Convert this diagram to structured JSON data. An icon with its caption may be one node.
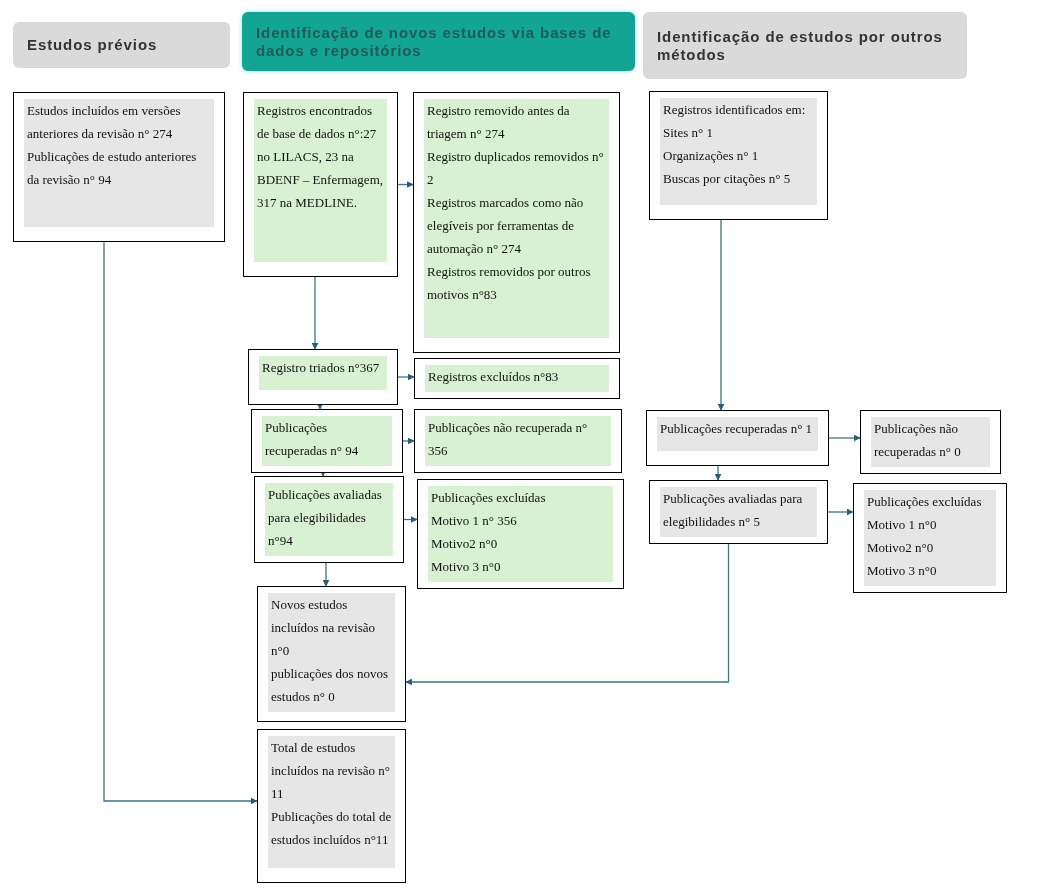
{
  "diagram": {
    "nodes": [
      {
        "text": [
          "Estudos prévios"
        ]
      },
      {
        "text": [
          "Identificação de novos estudos via bases de dados e repositórios"
        ]
      },
      {
        "text": [
          "Identificação de estudos por outros métodos"
        ]
      },
      {
        "text": [
          "Estudos incluídos em versões anteriores da revisão n° 274",
          "Publicações de estudo anteriores da revisão n° 94"
        ]
      },
      {
        "text": [
          "Registros encontrados de base de dados n°:27 no LILACS, 23 na BDENF – Enfermagem, 317 na MEDLINE."
        ]
      },
      {
        "text": [
          "Registro removido antes da triagem n° 274",
          "Registro duplicados removidos n° 2",
          "Registros marcados como não elegíveis por ferramentas de automação n° 274",
          "Registros removidos por outros motivos n°83"
        ]
      },
      {
        "text": [
          "Registros identificados em:",
          "Sites n° 1",
          "Organizações n° 1",
          "Buscas por citações n° 5"
        ]
      },
      {
        "text": [
          "Registro triados n°367"
        ]
      },
      {
        "text": [
          "Registros excluídos n°83"
        ]
      },
      {
        "text": [
          "Publicações recuperadas n° 94"
        ]
      },
      {
        "text": [
          "Publicações não recuperada n° 356"
        ]
      },
      {
        "text": [
          "Publicações recuperadas n° 1"
        ]
      },
      {
        "text": [
          "Publicações não recuperadas n° 0"
        ]
      },
      {
        "text": [
          "Publicações avaliadas para elegibilidades n°94"
        ]
      },
      {
        "text": [
          "Publicações excluídas",
          "Motivo 1 n° 356",
          "Motivo2 n°0",
          "Motivo 3 n°0"
        ]
      },
      {
        "text": [
          "Publicações avaliadas para elegibilidades n° 5"
        ]
      },
      {
        "text": [
          "Publicações excluídas",
          "Motivo 1 n°0",
          "Motivo2 n°0",
          "Motivo 3 n°0"
        ]
      },
      {
        "text": [
          "Novos estudos incluídos na revisão n°0",
          "publicações dos novos estudos n° 0"
        ]
      },
      {
        "text": [
          "Total de estudos incluídos na revisão n° 11",
          "Publicações do total de estudos incluídos n°11"
        ]
      }
    ],
    "edges": [
      {
        "from": 4,
        "to": 5,
        "arrow": "to"
      },
      {
        "from": 4,
        "to": 7,
        "arrow": "to"
      },
      {
        "from": 7,
        "to": 8,
        "arrow": "to"
      },
      {
        "from": 7,
        "to": 9,
        "arrow": "to"
      },
      {
        "from": 9,
        "to": 10,
        "arrow": "to"
      },
      {
        "from": 9,
        "to": 13,
        "arrow": "to"
      },
      {
        "from": 13,
        "to": 14,
        "arrow": "to"
      },
      {
        "from": 13,
        "to": 17,
        "arrow": "to"
      },
      {
        "from": 6,
        "to": 11,
        "arrow": "to"
      },
      {
        "from": 11,
        "to": 12,
        "arrow": "to"
      },
      {
        "from": 11,
        "to": 15,
        "arrow": "to"
      },
      {
        "from": 15,
        "to": 16,
        "arrow": "to"
      },
      {
        "from": 15,
        "to": 17,
        "arrow": "to"
      },
      {
        "from": 3,
        "to": 18,
        "arrow": "to"
      }
    ]
  }
}
